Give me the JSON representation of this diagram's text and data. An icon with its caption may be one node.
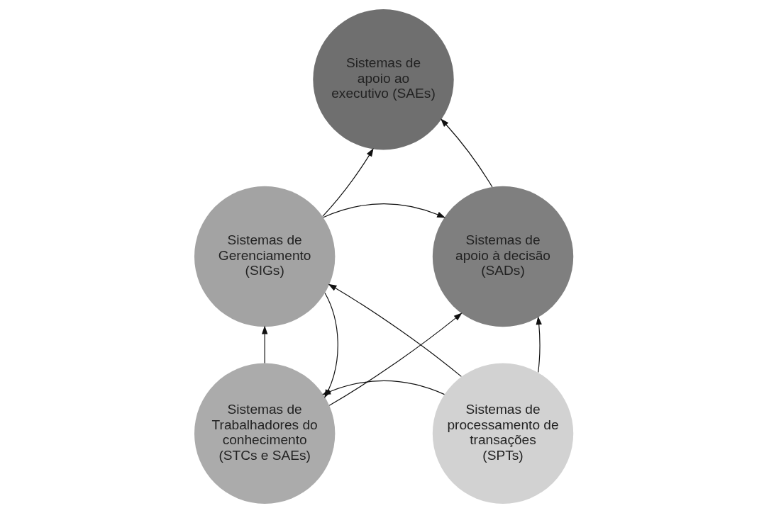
{
  "diagram": {
    "nodes": [
      {
        "text": [
          "Sistemas de apoio ao executivo (SAEs)"
        ]
      },
      {
        "text": [
          "Sistemas de Gerenciamento (SIGs)"
        ]
      },
      {
        "text": [
          "Sistemas de apoio à decisão (SADs)"
        ]
      },
      {
        "text": [
          "Sistemas de Trabalhadores do conhecimento (STCs e SAEs)"
        ]
      },
      {
        "text": [
          "Sistemas de processamento de transações (SPTs)"
        ]
      }
    ],
    "edges": [
      {
        "from": 1,
        "to": 0,
        "arrow": "to"
      },
      {
        "from": 2,
        "to": 0,
        "arrow": "to"
      },
      {
        "from": 1,
        "to": 2,
        "arrow": "to"
      },
      {
        "from": 4,
        "to": 1,
        "arrow": "to"
      },
      {
        "from": 3,
        "to": 2,
        "arrow": "to"
      },
      {
        "from": 3,
        "to": 1,
        "arrow": "to"
      },
      {
        "from": 1,
        "to": 3,
        "arrow": "to"
      },
      {
        "from": 4,
        "to": 2,
        "arrow": "to"
      },
      {
        "from": 4,
        "to": 3,
        "arrow": "to"
      }
    ]
  }
}
